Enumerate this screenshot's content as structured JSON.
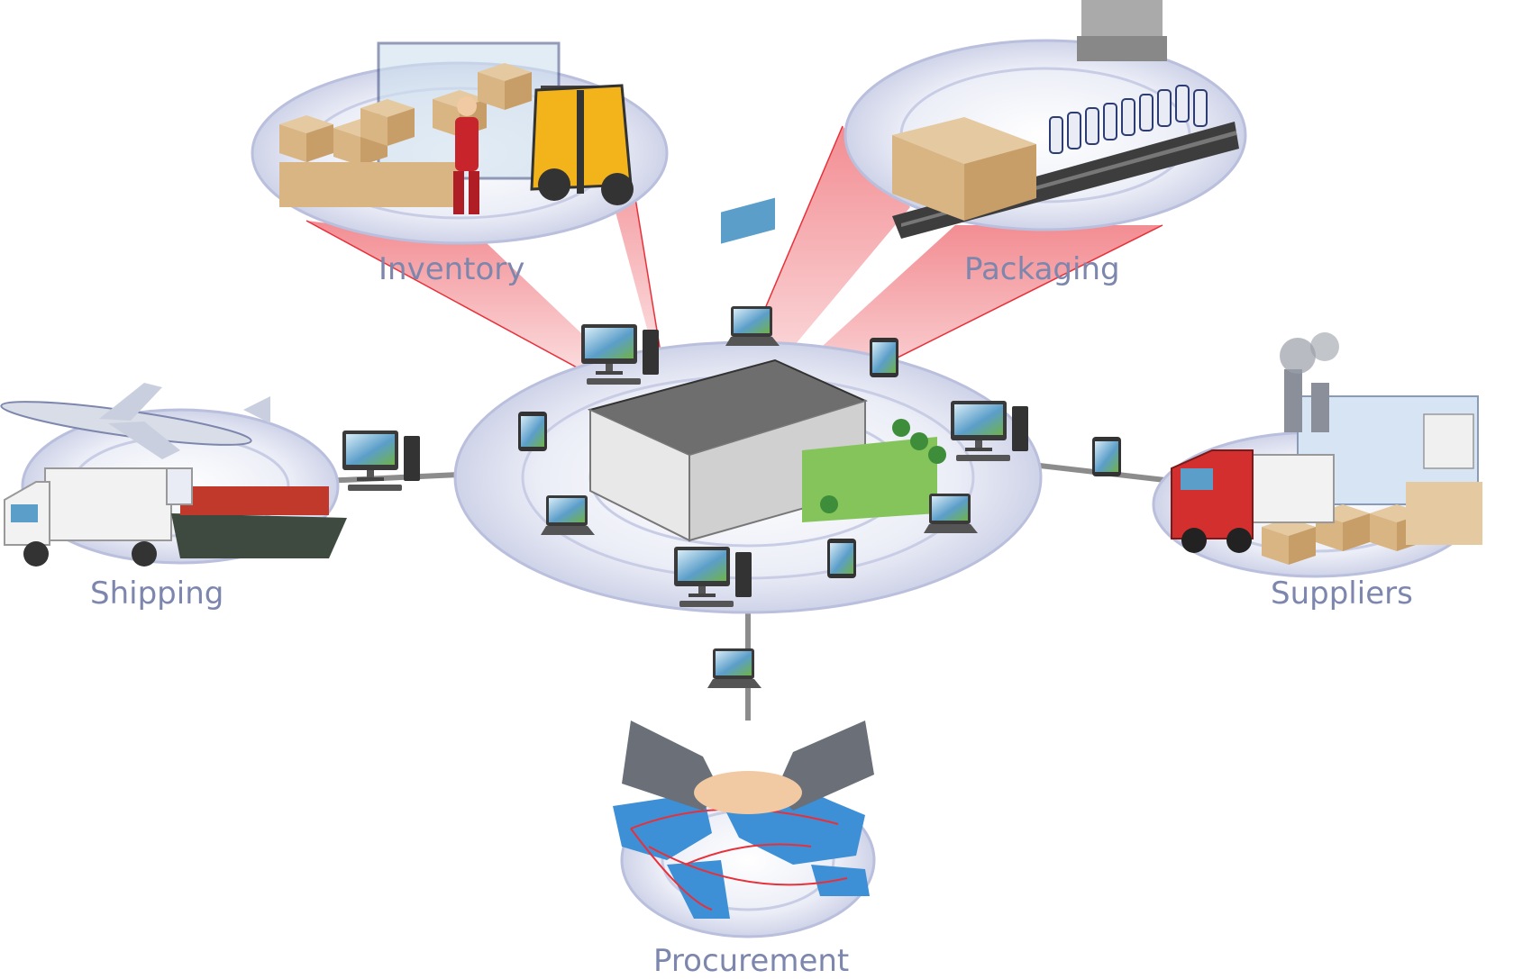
{
  "labels": {
    "inventory": "Inventory",
    "packaging": "Packaging",
    "shipping": "Shipping",
    "suppliers": "Suppliers",
    "procurement": "Procurement"
  },
  "icons": {
    "hub": "warehouse-icon",
    "desktop": "desktop-computer-icon",
    "laptop": "laptop-icon",
    "tablet": "tablet-icon",
    "truck": "truck-icon",
    "ship": "cargo-ship-icon",
    "plane": "airplane-icon",
    "forklift": "forklift-icon",
    "worker": "worker-icon",
    "boxes": "cardboard-boxes-icon",
    "conveyor": "conveyor-belt-icon",
    "bottles": "bottles-icon",
    "factory": "factory-icon",
    "handshake": "handshake-icon",
    "globe": "world-map-icon"
  },
  "colors": {
    "ring": "#b9bfdc",
    "ring_fill": "#e9ebf5",
    "label": "#7d86ad",
    "beam": "#e8303a",
    "link": "#8c8c8c",
    "screen_green": "#6fb24a",
    "screen_blue": "#5b9ec9"
  }
}
